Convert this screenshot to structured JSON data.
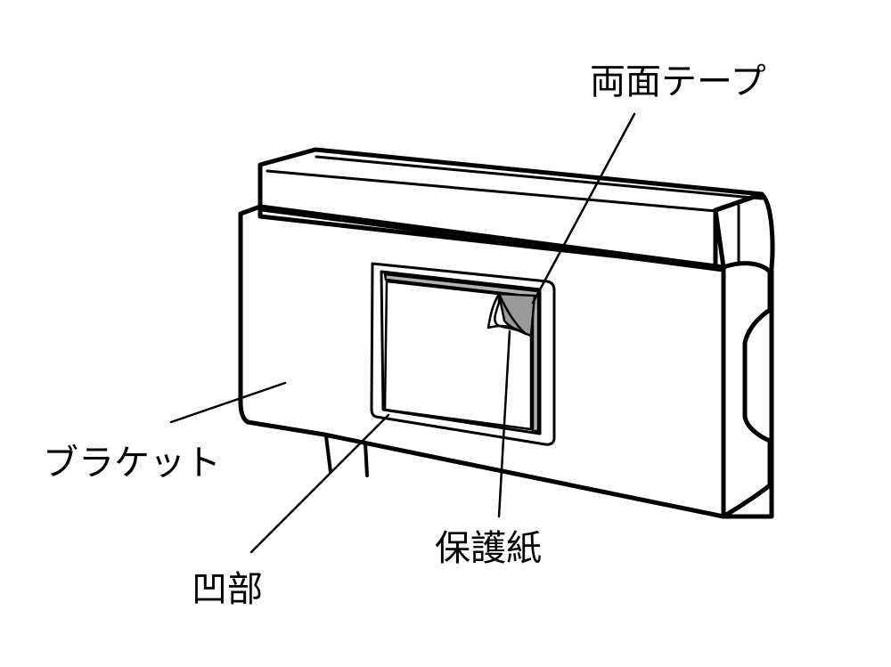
{
  "callouts": {
    "tape": "両面テープ",
    "bracket": "ブラケット",
    "protective_paper": "保護紙",
    "recess": "凹部"
  }
}
